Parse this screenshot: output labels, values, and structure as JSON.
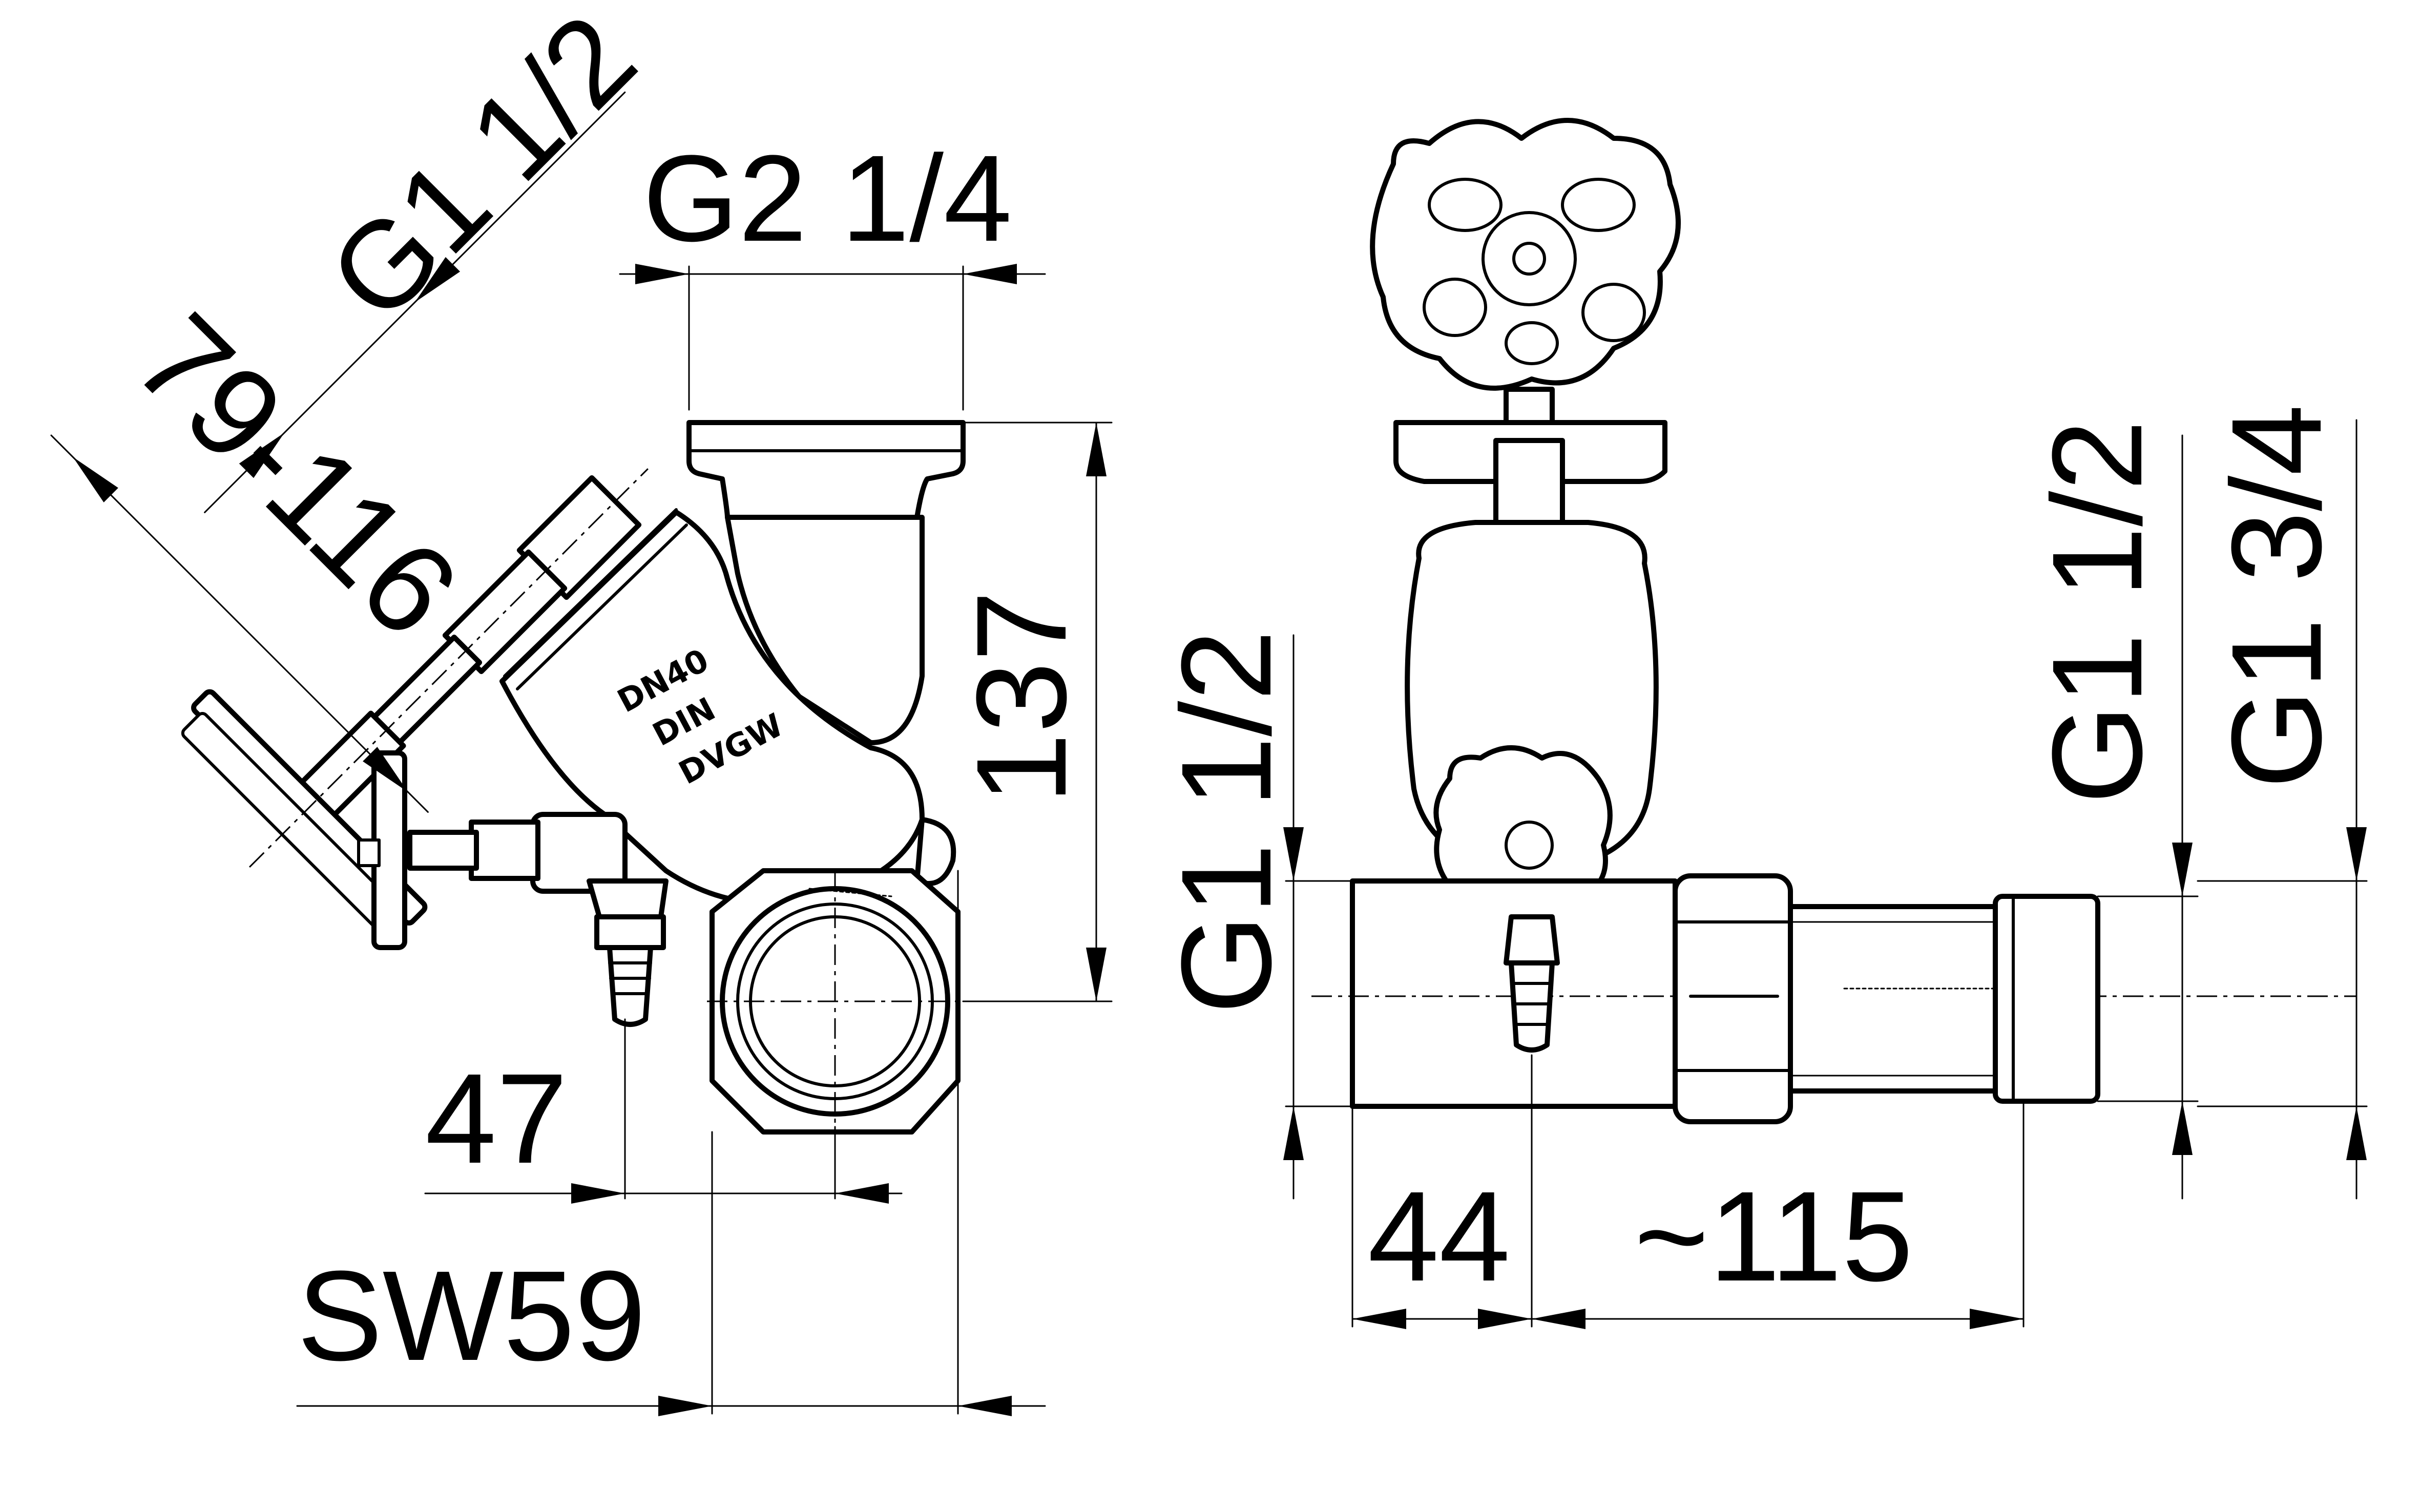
{
  "dimensions": {
    "g2_1_4": "G2 1/4",
    "g1_1_2_angled": "G1 1/2",
    "d79_116": "79-116",
    "d137": "137",
    "d47": "47",
    "sw59": "SW59",
    "g1_1_2_side": "G1 1/2",
    "d44": "44",
    "d115": "~115",
    "g1_1_2_right": "G1 1/2",
    "g1_3_4_right": "G1 3/4"
  },
  "body_marking": {
    "line1": "DN40",
    "line2": "DIN",
    "line3": "DVGW"
  }
}
